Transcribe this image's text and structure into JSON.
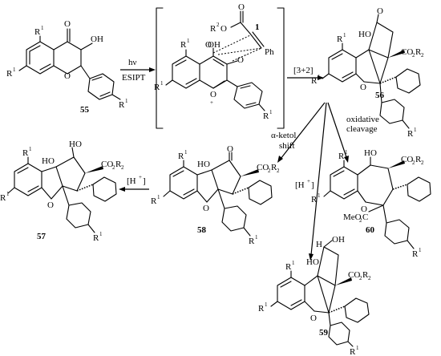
{
  "reagents": {
    "first_step_top": "hν",
    "first_step_bottom": "ESIPT",
    "cycloaddition": "[3+2]",
    "ketol_line1": "α-ketol",
    "ketol_line2": "shift",
    "oxidative_line1": "oxidative",
    "oxidative_line2": "cleavage",
    "acid_left": "[H",
    "acid_middle": "[H",
    "plus": "+",
    "bracket_close": "]"
  },
  "compounds": {
    "c55": "55",
    "c1": "1",
    "c56": "56",
    "c57": "57",
    "c58": "58",
    "c59": "59",
    "c60": "60"
  },
  "atoms": {
    "R1": "R",
    "sup1": "1",
    "O": "O",
    "OH": "OH",
    "HO": "HO",
    "H": "H",
    "Ph": "Ph",
    "O_minus": "O",
    "minus": "−",
    "O_plus": "O",
    "plus": "+",
    "ester_R2O": "R",
    "ester_O": "O",
    "CO2R2_a": "CO",
    "CO2R2_b": "2",
    "CO2R2_c": "R",
    "CO2R2_d": "2",
    "MeO2C": "MeO",
    "MeO2C_sub": "2",
    "MeO2C_C": "C"
  }
}
